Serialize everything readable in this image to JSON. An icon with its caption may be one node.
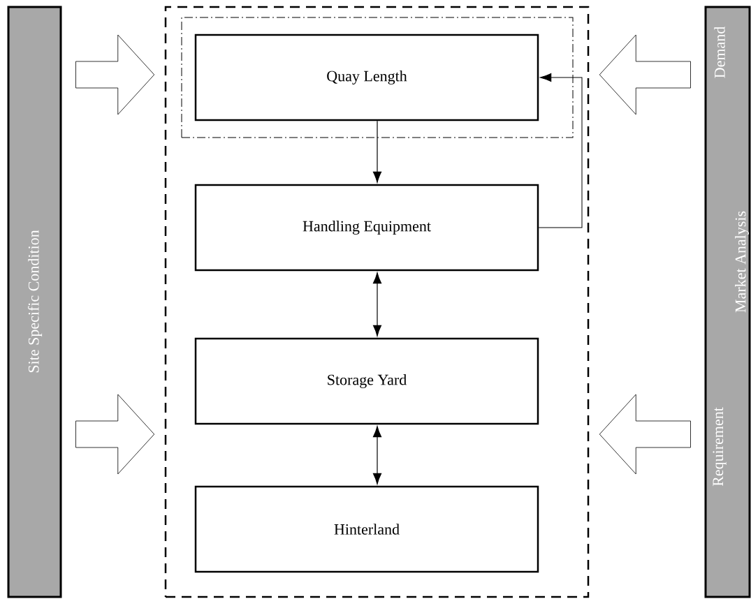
{
  "diagram": {
    "nodes": [
      {
        "text": [
          "Site Specific Condition"
        ]
      },
      {
        "text": [],
        "shape": "box"
      },
      {
        "text": [],
        "shape": "box",
        "in": 1
      },
      {
        "text": [
          "Quay Length"
        ],
        "in": 2
      },
      {
        "text": [
          "Handling Equipment"
        ],
        "in": 1
      },
      {
        "text": [
          "Storage Yard"
        ],
        "in": 1
      },
      {
        "text": [
          "Hinterland"
        ],
        "in": 1
      },
      {
        "text": [
          "Demand",
          "Market Analysis",
          "Requirement"
        ]
      }
    ],
    "edges": [
      {
        "from": 3,
        "to": 4,
        "arrow": "to"
      },
      {
        "from": 4,
        "to": 3,
        "arrow": "to"
      },
      {
        "from": 4,
        "to": 5,
        "arrow": "both"
      },
      {
        "from": 5,
        "to": 6,
        "arrow": "both"
      },
      {
        "from": 0,
        "to": 1,
        "arrow": "to",
        "style": "thick"
      },
      {
        "from": 0,
        "to": 1,
        "arrow": "to",
        "style": "thick"
      },
      {
        "from": 7,
        "to": 1,
        "arrow": "to",
        "style": "thick"
      },
      {
        "from": 7,
        "to": 1,
        "arrow": "to",
        "style": "thick"
      }
    ]
  }
}
